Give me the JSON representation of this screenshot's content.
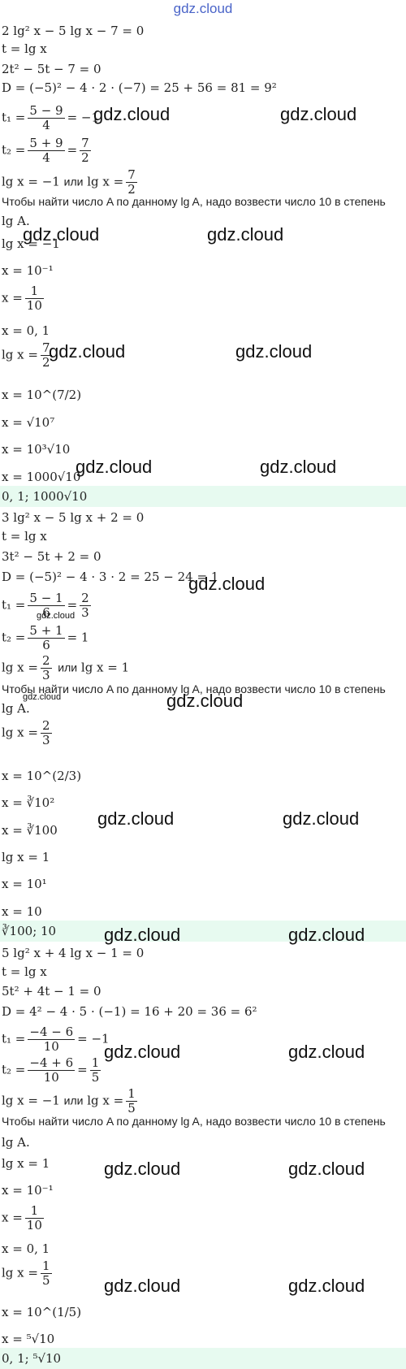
{
  "header": {
    "site": "gdz.cloud"
  },
  "watermark": "gdz.cloud",
  "common_text": {
    "or": "или",
    "find_a": "Чтобы найти число A по данному lg A, надо возвести число 10 в степень",
    "lg_a": "lg A."
  },
  "s1": {
    "eq": "2 lg² x − 5 lg x − 7 = 0",
    "sub": "t = lg x",
    "quad": "2t² − 5t − 7 = 0",
    "disc": "D = (−5)² − 4 · 2 · (−7) = 25 + 56 = 81 = 9²",
    "t1_lhs": "t₁ =",
    "t1_num": "5 − 9",
    "t1_den": "4",
    "t1_rhs": "= −1",
    "t2_lhs": "t₂ =",
    "t2_num": "5 + 9",
    "t2_den": "4",
    "t2_rhs": "=",
    "t2_rnum": "7",
    "t2_rden": "2",
    "lg1": "lg x = −1",
    "lg2": "lg x =",
    "lg2_num": "7",
    "lg2_den": "2",
    "a1": "lg x = −1",
    "a2": "x = 10⁻¹",
    "a3_lhs": "x =",
    "a3_num": "1",
    "a3_den": "10",
    "a4": "x = 0, 1",
    "b1_lhs": "lg x =",
    "b1_num": "7",
    "b1_den": "2",
    "b2": "x = 10^(7/2)",
    "b3": "x = √10⁷",
    "b4": "x = 10³√10",
    "b5": "x = 1000√10",
    "answer": "0, 1; 1000√10"
  },
  "s2": {
    "eq": "3 lg² x − 5 lg x + 2 = 0",
    "sub": "t = lg x",
    "quad": "3t² − 5t + 2 = 0",
    "disc": "D = (−5)² − 4 · 3 · 2 = 25 − 24 = 1",
    "t1_lhs": "t₁ =",
    "t1_num": "5 − 1",
    "t1_den": "6",
    "t1_rhs": "=",
    "t1_rnum": "2",
    "t1_rden": "3",
    "t2_lhs": "t₂ =",
    "t2_num": "5 + 1",
    "t2_den": "6",
    "t2_rhs": "= 1",
    "lg1": "lg x =",
    "lg1_num": "2",
    "lg1_den": "3",
    "lg2": "lg x = 1",
    "a1_lhs": "lg x =",
    "a1_num": "2",
    "a1_den": "3",
    "a2": "x = 10^(2/3)",
    "a3": "x = ∛10²",
    "a4": "x = ∛100",
    "b1": "lg x = 1",
    "b2": "x = 10¹",
    "b3": "x = 10",
    "answer": "∛100; 10"
  },
  "s3": {
    "eq": "5 lg² x + 4 lg x − 1 = 0",
    "sub": "t = lg x",
    "quad": "5t² + 4t − 1 = 0",
    "disc": "D = 4² − 4 · 5 · (−1) = 16 + 20 = 36 = 6²",
    "t1_lhs": "t₁ =",
    "t1_num": "−4 − 6",
    "t1_den": "10",
    "t1_rhs": "= −1",
    "t2_lhs": "t₂ =",
    "t2_num": "−4 + 6",
    "t2_den": "10",
    "t2_rhs": "=",
    "t2_rnum": "1",
    "t2_rden": "5",
    "lg1": "lg x = −1",
    "lg2": "lg x =",
    "lg2_num": "1",
    "lg2_den": "5",
    "a1": "lg x = 1",
    "a2": "x = 10⁻¹",
    "a3_lhs": "x =",
    "a3_num": "1",
    "a3_den": "10",
    "a4": "x = 0, 1",
    "b1_lhs": "lg x =",
    "b1_num": "1",
    "b1_den": "5",
    "b2": "x = 10^(1/5)",
    "b3": "x = ⁵√10",
    "answer": "0, 1; ⁵√10"
  }
}
